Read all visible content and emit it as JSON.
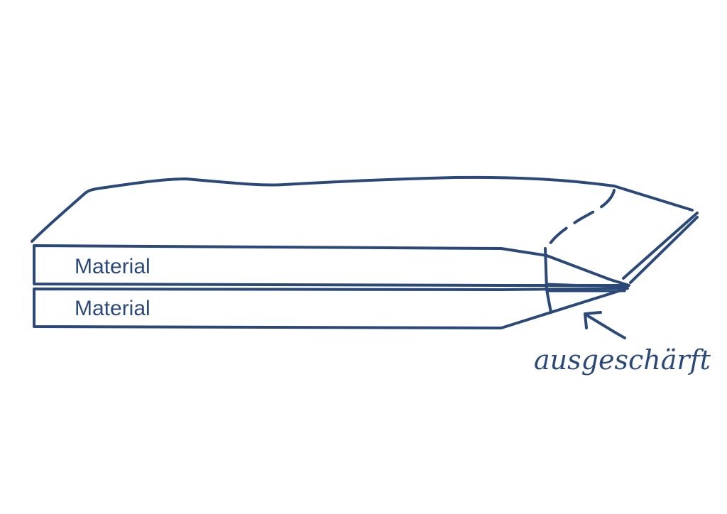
{
  "colors": {
    "ink": "#2a4878",
    "background": "#ffffff"
  },
  "labels": {
    "top_layer": "Material",
    "bottom_layer": "Material",
    "annotation": "ausgeschärft"
  }
}
